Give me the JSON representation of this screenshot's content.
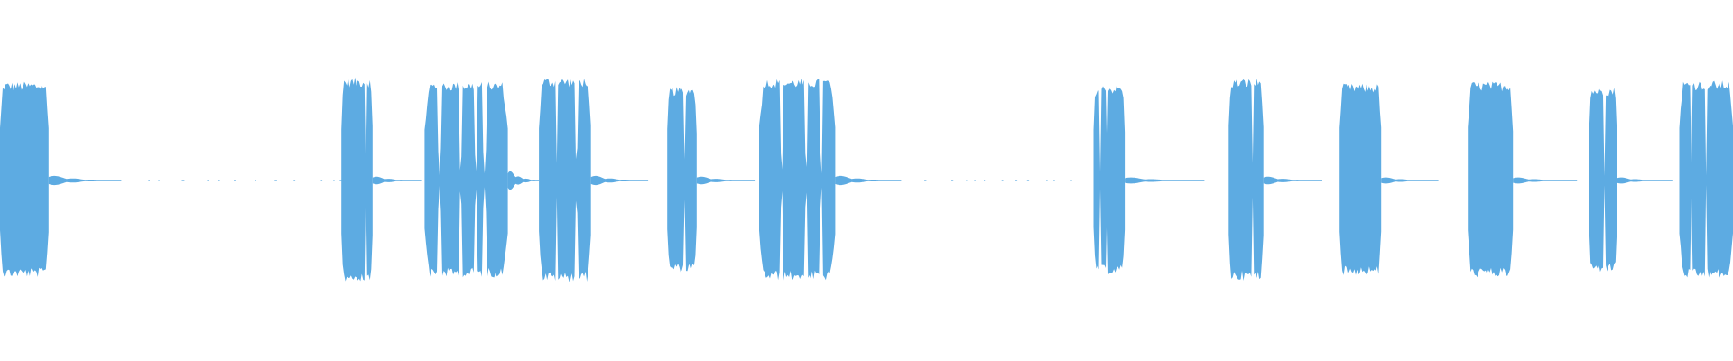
{
  "colors": {
    "background": "#ffffff",
    "waveform": "#5dabe2"
  },
  "waveform": {
    "description_free": true,
    "amplitude_scale": "normalized",
    "bursts": [
      {
        "start": 0.0,
        "end": 0.028,
        "amp": 0.93,
        "notches": []
      },
      {
        "start": 0.197,
        "end": 0.215,
        "amp": 0.97,
        "notches": [
          0.78
        ]
      },
      {
        "start": 0.245,
        "end": 0.293,
        "amp": 0.93,
        "notches": [
          0.18,
          0.43,
          0.62,
          0.72
        ]
      },
      {
        "start": 0.311,
        "end": 0.341,
        "amp": 0.97,
        "notches": [
          0.35,
          0.72
        ]
      },
      {
        "start": 0.385,
        "end": 0.402,
        "amp": 0.88,
        "notches": [
          0.58
        ]
      },
      {
        "start": 0.438,
        "end": 0.482,
        "amp": 0.96,
        "notches": [
          0.3,
          0.62,
          0.82
        ]
      },
      {
        "start": 0.631,
        "end": 0.649,
        "amp": 0.9,
        "notches": [
          0.22,
          0.45
        ]
      },
      {
        "start": 0.709,
        "end": 0.729,
        "amp": 0.96,
        "notches": [
          0.25,
          0.52,
          0.7
        ]
      },
      {
        "start": 0.773,
        "end": 0.797,
        "amp": 0.91,
        "notches": []
      },
      {
        "start": 0.847,
        "end": 0.873,
        "amp": 0.93,
        "notches": []
      },
      {
        "start": 0.917,
        "end": 0.933,
        "amp": 0.88,
        "notches": [
          0.55
        ]
      },
      {
        "start": 0.969,
        "end": 1.0,
        "amp": 0.94,
        "notches": [
          0.22,
          0.5
        ]
      }
    ],
    "tails": [
      {
        "start": 0.028,
        "end": 0.07,
        "amp": 0.06
      },
      {
        "start": 0.215,
        "end": 0.243,
        "amp": 0.05
      },
      {
        "start": 0.293,
        "end": 0.311,
        "amp": 0.12
      },
      {
        "start": 0.341,
        "end": 0.374,
        "amp": 0.06
      },
      {
        "start": 0.402,
        "end": 0.436,
        "amp": 0.05
      },
      {
        "start": 0.482,
        "end": 0.52,
        "amp": 0.06
      },
      {
        "start": 0.649,
        "end": 0.695,
        "amp": 0.04
      },
      {
        "start": 0.729,
        "end": 0.763,
        "amp": 0.05
      },
      {
        "start": 0.797,
        "end": 0.83,
        "amp": 0.04
      },
      {
        "start": 0.873,
        "end": 0.91,
        "amp": 0.04
      },
      {
        "start": 0.933,
        "end": 0.965,
        "amp": 0.04
      }
    ],
    "silence_dots": [
      {
        "start": 0.07,
        "end": 0.197
      },
      {
        "start": 0.52,
        "end": 0.631
      }
    ]
  }
}
